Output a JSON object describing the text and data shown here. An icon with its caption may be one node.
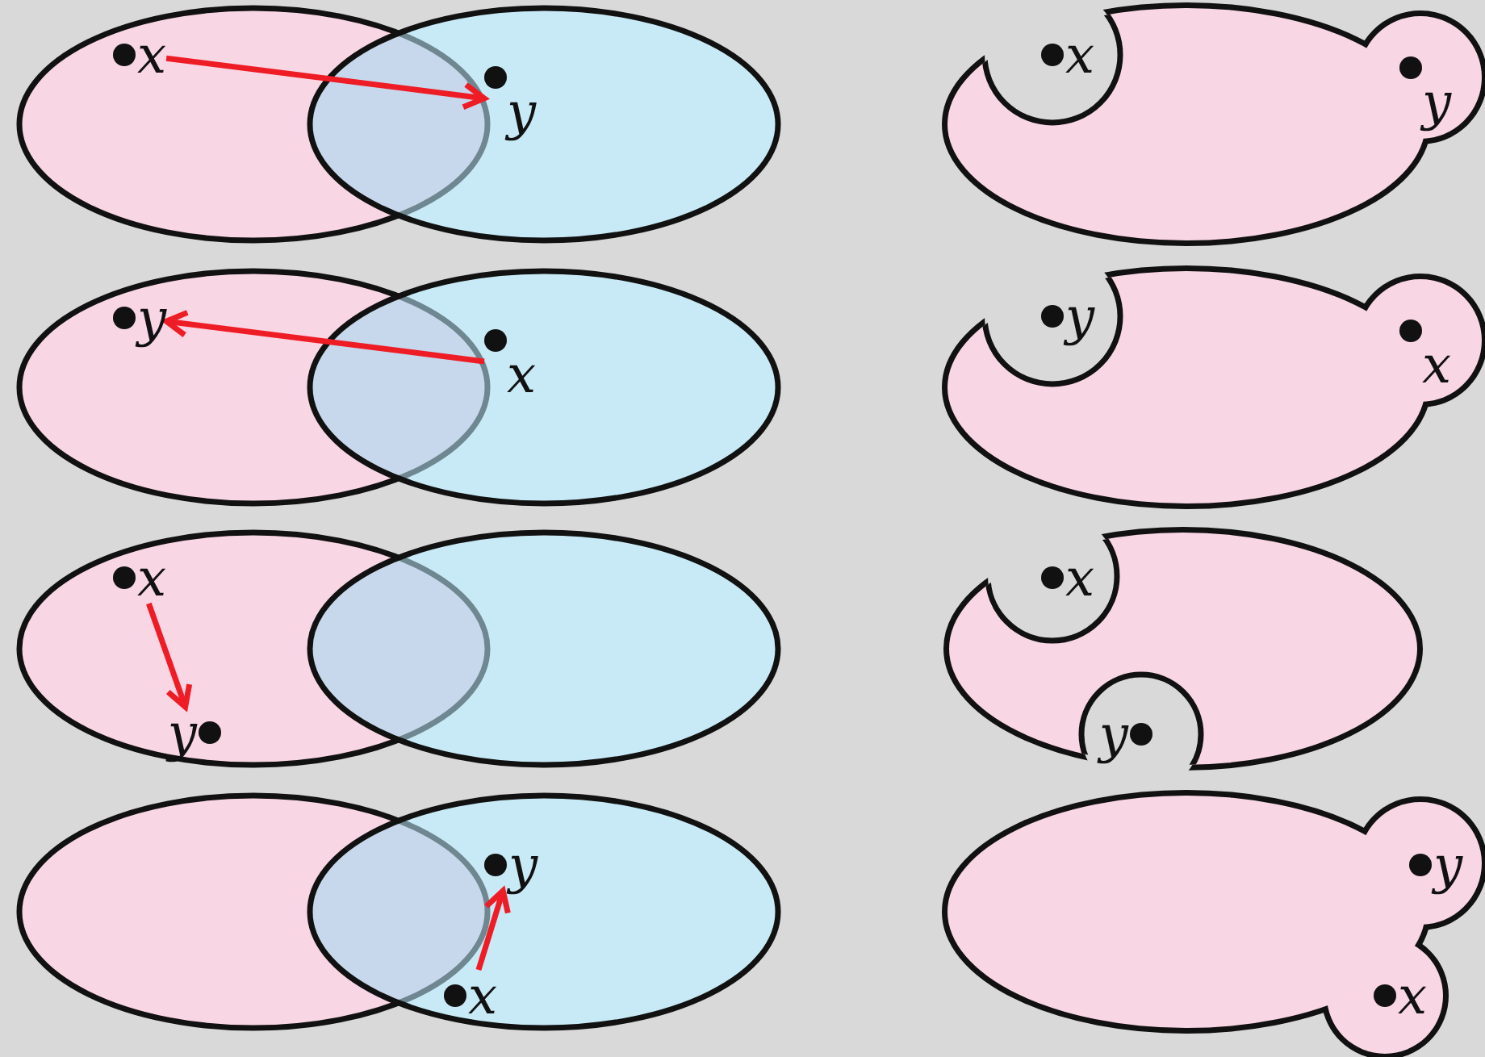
{
  "diagram": {
    "nodes": [
      {
        "text": [
          "x"
        ]
      },
      {
        "text": [
          "y"
        ]
      },
      {
        "text": [
          "y"
        ]
      },
      {
        "text": [
          "x"
        ]
      },
      {
        "text": [
          "x"
        ]
      },
      {
        "text": [
          "y"
        ]
      },
      {
        "text": [
          "y"
        ]
      },
      {
        "text": [
          "x"
        ]
      },
      {
        "text": [
          "x"
        ]
      },
      {
        "text": [
          "y"
        ]
      },
      {
        "text": [
          "y"
        ]
      },
      {
        "text": [
          "x"
        ]
      },
      {
        "text": [
          "x"
        ]
      },
      {
        "text": [
          "y"
        ]
      },
      {
        "text": [
          "y"
        ]
      },
      {
        "text": [
          "x"
        ]
      }
    ],
    "edges": [
      {
        "from": 0,
        "to": 1,
        "arrow": "to"
      },
      {
        "from": 3,
        "to": 2,
        "arrow": "to"
      },
      {
        "from": 4,
        "to": 5,
        "arrow": "to"
      },
      {
        "from": 7,
        "to": 6,
        "arrow": "to"
      }
    ]
  }
}
